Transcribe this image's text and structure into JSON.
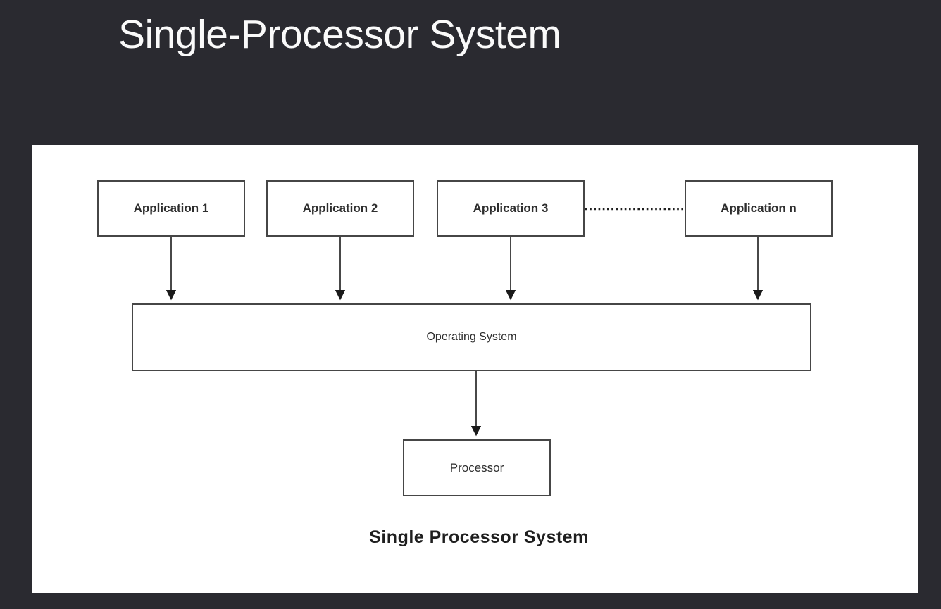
{
  "slide": {
    "title": "Single-Processor System",
    "background_color": "#2a2a30",
    "title_color": "#fafafa"
  },
  "diagram": {
    "panel_color": "#ffffff",
    "stroke_color": "#3c3c3c",
    "nodes": {
      "app1": {
        "label": "Application 1"
      },
      "app2": {
        "label": "Application 2"
      },
      "app3": {
        "label": "Application 3"
      },
      "appn": {
        "label": "Application n"
      },
      "os": {
        "label": "Operating System"
      },
      "processor": {
        "label": "Processor"
      }
    },
    "connections": [
      {
        "from": "app1",
        "to": "os",
        "style": "arrow"
      },
      {
        "from": "app2",
        "to": "os",
        "style": "arrow"
      },
      {
        "from": "app3",
        "to": "os",
        "style": "arrow"
      },
      {
        "from": "appn",
        "to": "os",
        "style": "arrow"
      },
      {
        "from": "app3",
        "to": "appn",
        "style": "dotted"
      },
      {
        "from": "os",
        "to": "processor",
        "style": "arrow"
      }
    ],
    "caption": "Single Processor System"
  }
}
